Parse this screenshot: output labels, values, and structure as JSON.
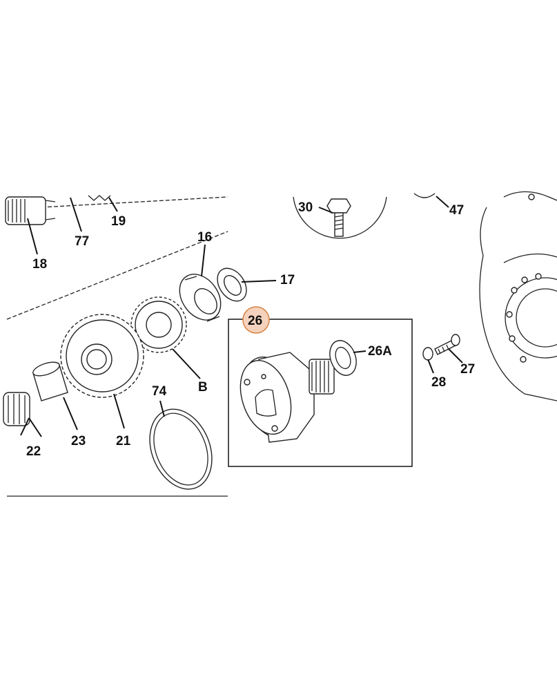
{
  "diagram": {
    "callouts": [
      {
        "id": "c30",
        "text": "30"
      },
      {
        "id": "c47",
        "text": "47"
      },
      {
        "id": "c19",
        "text": "19"
      },
      {
        "id": "c77",
        "text": "77"
      },
      {
        "id": "c18",
        "text": "18"
      },
      {
        "id": "c16",
        "text": "16"
      },
      {
        "id": "c17",
        "text": "17"
      },
      {
        "id": "c26",
        "text": "26"
      },
      {
        "id": "c26a",
        "text": "26A"
      },
      {
        "id": "c27",
        "text": "27"
      },
      {
        "id": "c28",
        "text": "28"
      },
      {
        "id": "cB",
        "text": "B"
      },
      {
        "id": "c74",
        "text": "74"
      },
      {
        "id": "c22",
        "text": "22"
      },
      {
        "id": "c23",
        "text": "23"
      },
      {
        "id": "c21",
        "text": "21"
      }
    ],
    "highlight_color": "#f5d2bd",
    "highlight_border": "#d9823f"
  }
}
